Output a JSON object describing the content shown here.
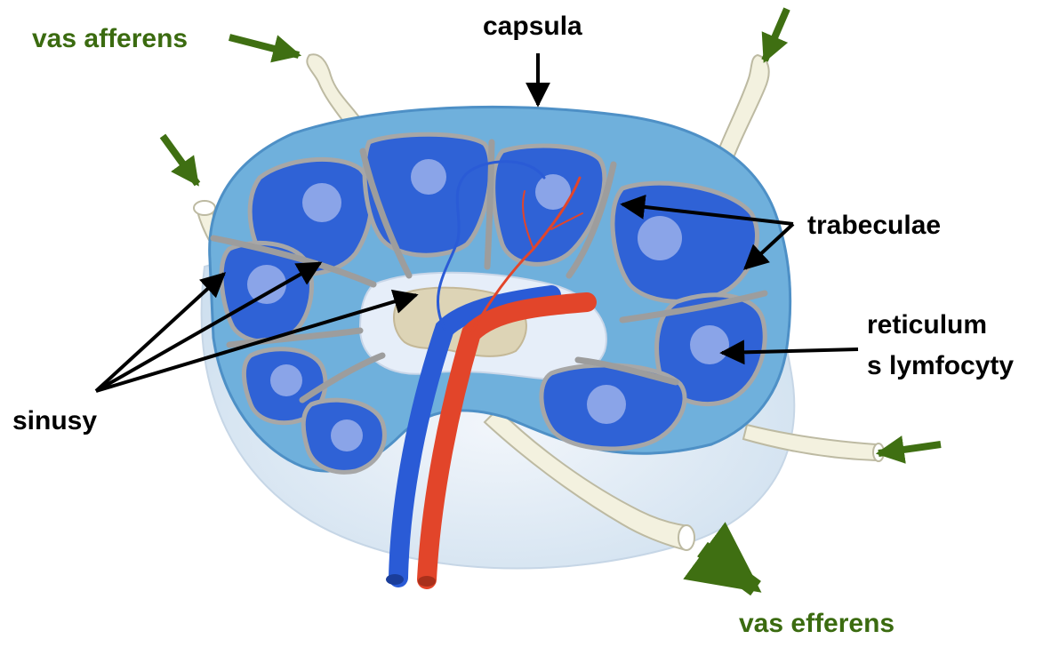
{
  "labels": {
    "vas_afferens": "vas afferens",
    "capsula": "capsula",
    "trabeculae": "trabeculae",
    "reticulum_line1": "reticulum",
    "reticulum_line2": "s lymfocyty",
    "sinusy": "sinusy",
    "vas_efferens": "vas efferens"
  },
  "colors": {
    "label_green": "#3b6b10",
    "arrow_green": "#3f6f12",
    "label_black": "#000000",
    "capsule_blue": "#6fb0dc",
    "cortex_blue": "#2f62d6",
    "follicle_center": "#8aa4e8",
    "trabecula_grey": "#a7a7a7",
    "sinus_pale": "#e6eef9",
    "artery_red": "#e2452a",
    "vein_blue": "#2a5bd6",
    "vessel_cream": "#f3f1df"
  }
}
